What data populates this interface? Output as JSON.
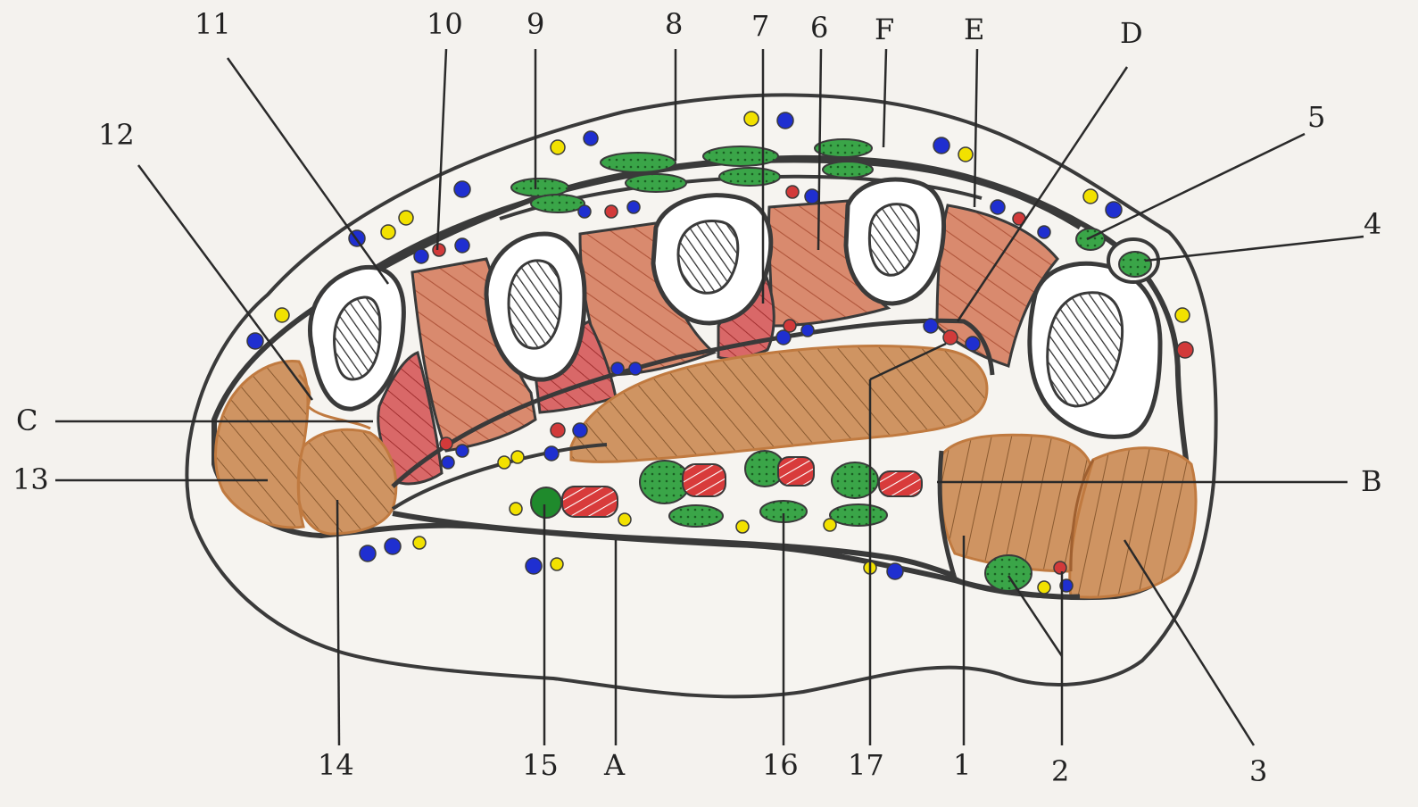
{
  "labels": {
    "n1": "1",
    "n2": "2",
    "n3": "3",
    "n4": "4",
    "n5": "5",
    "n6": "6",
    "n7": "7",
    "n8": "8",
    "n9": "9",
    "n10": "10",
    "n11": "11",
    "n12": "12",
    "n13": "13",
    "n14": "14",
    "n15": "15",
    "n16": "16",
    "n17": "17",
    "A": "A",
    "B": "B",
    "C": "C",
    "D": "D",
    "E": "E",
    "F": "F"
  },
  "colors": {
    "skin_fill": "#f6f4f0",
    "outline": "#3a3a3a",
    "interosseous_muscle": "#d98a6e",
    "interosseous_hatch": "#b0553a",
    "red_muscle": "#d96060",
    "plantar_muscle": "#cf9462",
    "tendon_green": "#3aa548",
    "tendon_green_dark": "#1f7a2c",
    "tendon_red": "#d83b3b",
    "artery_red": "#d23a3a",
    "vein_blue": "#1f2fd0",
    "nerve_yellow": "#f2e100",
    "bone_white": "#ffffff"
  }
}
